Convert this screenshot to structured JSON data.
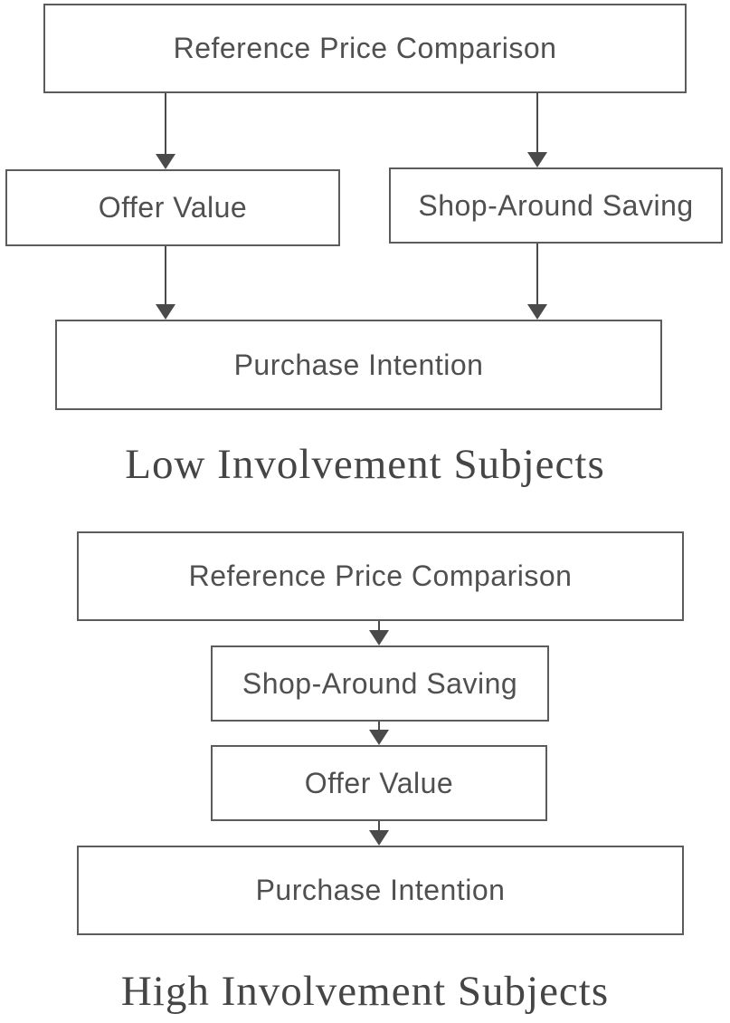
{
  "figure": {
    "type": "flowchart-pair",
    "colors": {
      "border": "#5c5c5c",
      "box_text": "#505050",
      "caption_text": "#454545",
      "arrow": "#4a4a4a",
      "background": "#ffffff"
    },
    "diagrams": [
      {
        "caption": "Low Involvement Subjects",
        "boxes": [
          {
            "id": "reference-price-comparison",
            "label": "Reference Price Comparison"
          },
          {
            "id": "offer-value",
            "label": "Offer Value"
          },
          {
            "id": "shop-around-saving",
            "label": "Shop-Around Saving"
          },
          {
            "id": "purchase-intention",
            "label": "Purchase Intention"
          }
        ],
        "edges": [
          {
            "from": "reference-price-comparison",
            "to": "offer-value"
          },
          {
            "from": "reference-price-comparison",
            "to": "shop-around-saving"
          },
          {
            "from": "offer-value",
            "to": "purchase-intention"
          },
          {
            "from": "shop-around-saving",
            "to": "purchase-intention"
          }
        ]
      },
      {
        "caption": "High Involvement Subjects",
        "boxes": [
          {
            "id": "reference-price-comparison",
            "label": "Reference Price Comparison"
          },
          {
            "id": "shop-around-saving",
            "label": "Shop-Around Saving"
          },
          {
            "id": "offer-value",
            "label": "Offer Value"
          },
          {
            "id": "purchase-intention",
            "label": "Purchase Intention"
          }
        ],
        "edges": [
          {
            "from": "reference-price-comparison",
            "to": "shop-around-saving"
          },
          {
            "from": "shop-around-saving",
            "to": "offer-value"
          },
          {
            "from": "offer-value",
            "to": "purchase-intention"
          }
        ]
      }
    ]
  }
}
